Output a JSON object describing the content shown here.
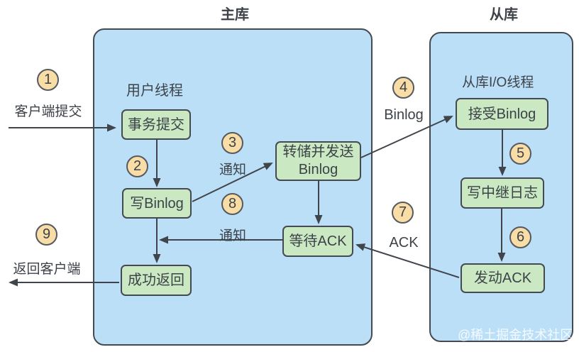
{
  "titles": {
    "master": "主库",
    "slave": "从库"
  },
  "master": {
    "thread_label": "用户线程",
    "commit_box": "事务提交",
    "write_binlog_box": "写Binlog",
    "dump_send_box_line1": "转储并发送",
    "dump_send_box_line2": "Binlog",
    "wait_ack_box": "等待ACK",
    "success_return_box": "成功返回"
  },
  "slave": {
    "thread_label": "从库I/O线程",
    "receive_binlog_box": "接受Binlog",
    "write_relay_box": "写中继日志",
    "send_ack_box": "发动ACK"
  },
  "steps": {
    "s1": {
      "num": "1",
      "label": "客户端提交"
    },
    "s2": {
      "num": "2"
    },
    "s3": {
      "num": "3",
      "label": "通知"
    },
    "s4": {
      "num": "4",
      "label": "Binlog"
    },
    "s5": {
      "num": "5"
    },
    "s6": {
      "num": "6"
    },
    "s7": {
      "num": "7",
      "label": "ACK"
    },
    "s8": {
      "num": "8",
      "label": "通知"
    },
    "s9": {
      "num": "9",
      "label": "返回客户端"
    }
  },
  "watermark": "@稀土掘金技术社区",
  "colors": {
    "panel_fill": "#BCDFF8",
    "panel_border": "#454A52",
    "node_fill": "#CAE9C3",
    "node_border": "#454A52",
    "badge_fill": "#F9DDA6",
    "badge_border": "#565A60",
    "text": "#3D4248",
    "arrow": "#40454B",
    "watermark": "rgba(255,255,255,0.85)"
  }
}
